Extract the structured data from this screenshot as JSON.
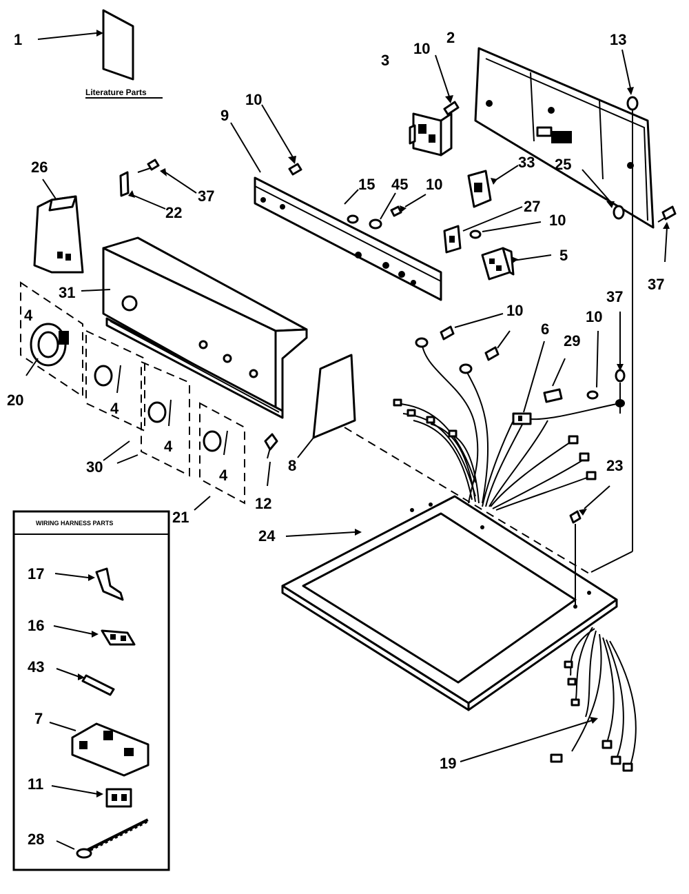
{
  "literature_label": "Literature Parts",
  "harness_box_title": "WIRING HARNESS PARTS",
  "callouts": {
    "c1": "1",
    "c2": "2",
    "c3": "3",
    "c10a": "10",
    "c13": "13",
    "c26": "26",
    "c9": "9",
    "c10b": "10",
    "c37a": "37",
    "c22": "22",
    "c15": "15",
    "c45": "45",
    "c10c": "10",
    "c33": "33",
    "c25": "25",
    "c27": "27",
    "c10d": "10",
    "c37b": "37",
    "c5": "5",
    "c31": "31",
    "c4a": "4",
    "c37c": "37",
    "c10e": "10",
    "c6": "6",
    "c29": "29",
    "c10f": "10",
    "c20": "20",
    "c4b": "4",
    "c4c": "4",
    "c4d": "4",
    "c8": "8",
    "c30": "30",
    "c12": "12",
    "c21": "21",
    "c23": "23",
    "c24": "24",
    "c17": "17",
    "c16": "16",
    "c43": "43",
    "c7": "7",
    "c11": "11",
    "c28": "28",
    "c19": "19"
  }
}
